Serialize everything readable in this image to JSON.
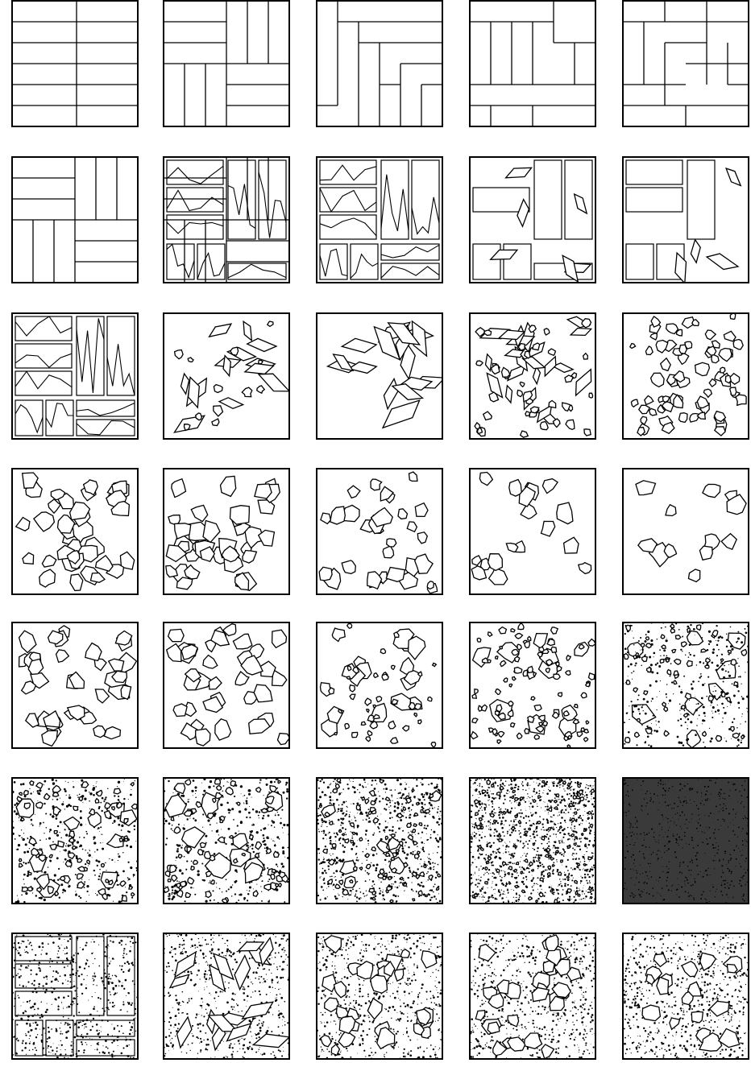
{
  "sheet": {
    "rows": 7,
    "columns": 5,
    "stroke_color": "#000000",
    "background_color": "#ffffff"
  },
  "tiles": [
    {
      "row": 1,
      "col": 1,
      "kind": "brick-bond"
    },
    {
      "row": 1,
      "col": 2,
      "kind": "basket-weave"
    },
    {
      "row": 1,
      "col": 3,
      "kind": "herringbone"
    },
    {
      "row": 1,
      "col": 4,
      "kind": "parquet-mix"
    },
    {
      "row": 1,
      "col": 5,
      "kind": "pinwheel"
    },
    {
      "row": 2,
      "col": 1,
      "kind": "basket-weave"
    },
    {
      "row": 2,
      "col": 2,
      "kind": "basket-weave-cracked"
    },
    {
      "row": 2,
      "col": 3,
      "kind": "cracked-slabs"
    },
    {
      "row": 2,
      "col": 4,
      "kind": "broken-slabs"
    },
    {
      "row": 2,
      "col": 5,
      "kind": "broken-slabs-sparse"
    },
    {
      "row": 3,
      "col": 1,
      "kind": "cracked-slabs"
    },
    {
      "row": 3,
      "col": 2,
      "kind": "broken-fragments"
    },
    {
      "row": 3,
      "col": 3,
      "kind": "large-shards"
    },
    {
      "row": 3,
      "col": 4,
      "kind": "dense-shards"
    },
    {
      "row": 3,
      "col": 5,
      "kind": "dense-pebbles"
    },
    {
      "row": 4,
      "col": 1,
      "kind": "packed-pebbles"
    },
    {
      "row": 4,
      "col": 2,
      "kind": "packed-pebbles"
    },
    {
      "row": 4,
      "col": 3,
      "kind": "scattered-pebbles"
    },
    {
      "row": 4,
      "col": 4,
      "kind": "sparse-pebbles"
    },
    {
      "row": 4,
      "col": 5,
      "kind": "very-sparse-pebbles"
    },
    {
      "row": 5,
      "col": 1,
      "kind": "packed-pebbles"
    },
    {
      "row": 5,
      "col": 2,
      "kind": "packed-pebbles"
    },
    {
      "row": 5,
      "col": 3,
      "kind": "mixed-pebbles"
    },
    {
      "row": 5,
      "col": 4,
      "kind": "fine-gravel"
    },
    {
      "row": 5,
      "col": 5,
      "kind": "dense-gravel"
    },
    {
      "row": 6,
      "col": 1,
      "kind": "terrazzo"
    },
    {
      "row": 6,
      "col": 2,
      "kind": "terrazzo"
    },
    {
      "row": 6,
      "col": 3,
      "kind": "fine-terrazzo"
    },
    {
      "row": 6,
      "col": 4,
      "kind": "very-fine-terrazzo"
    },
    {
      "row": 6,
      "col": 5,
      "kind": "speckle"
    },
    {
      "row": 7,
      "col": 1,
      "kind": "slabs-in-grit"
    },
    {
      "row": 7,
      "col": 2,
      "kind": "shards-in-grit"
    },
    {
      "row": 7,
      "col": 3,
      "kind": "pebbles-in-grit"
    },
    {
      "row": 7,
      "col": 4,
      "kind": "pebbles-in-grit"
    },
    {
      "row": 7,
      "col": 5,
      "kind": "sparse-pebbles-in-grit"
    }
  ]
}
